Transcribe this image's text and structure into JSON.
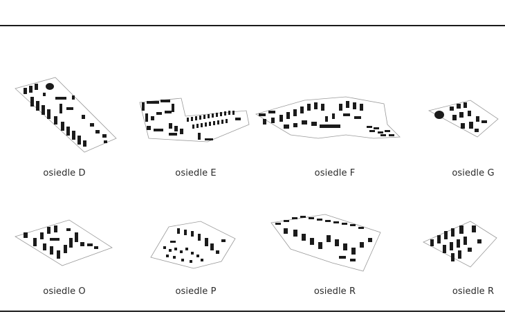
{
  "panels": [
    {
      "id": "d",
      "label": "osiedle D"
    },
    {
      "id": "e",
      "label": "osiedle E"
    },
    {
      "id": "f",
      "label": "osiedle F"
    },
    {
      "id": "g",
      "label": "osiedle G"
    },
    {
      "id": "o",
      "label": "osiedle O"
    },
    {
      "id": "p",
      "label": "osiedle P"
    },
    {
      "id": "r1",
      "label": "osiedle R"
    },
    {
      "id": "r2",
      "label": "osiedle R"
    }
  ]
}
